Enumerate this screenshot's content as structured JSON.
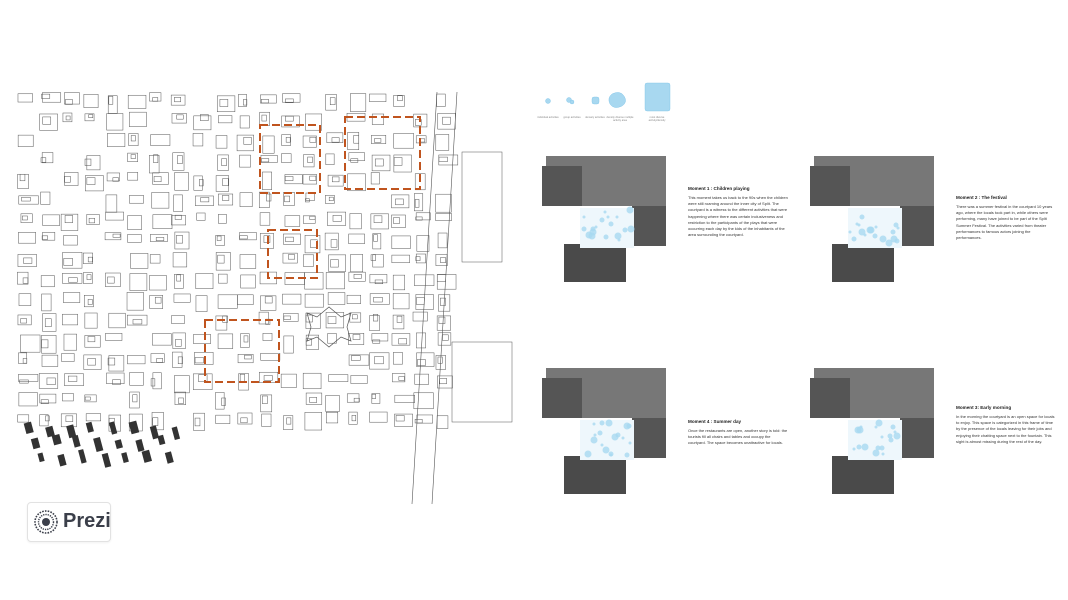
{
  "app": {
    "brand": "Prezi"
  },
  "colors": {
    "accent": "#c0541e",
    "water": "#a8d8f0",
    "map_line": "#555555"
  },
  "legend": {
    "items": [
      {
        "label": "individual activities"
      },
      {
        "label": "group activities"
      },
      {
        "label": "densely activities"
      },
      {
        "label": "density diverse multiple activity area"
      },
      {
        "label": "most diverse activity/density"
      }
    ]
  },
  "moments": [
    {
      "title": "Moment 1 : Children playing",
      "text": "This moment takes us back to the 90s when the children were still roaming around the inner city of Split. The courtyard is a witness to the different activities that were happening where there was certain inclusiveness and restriction to the participants of the plays that were occurring each day by the kids of the inhabitants of the area surrounding the courtyard."
    },
    {
      "title": "Moment 2 : The festival",
      "text": "There was a summer festival in the courtyard 10 years ago, where the locals took part in, while others were performing, many have joined to be part of the Split Summer Festival. The activities varied from theater performances to famous actors joining the performances."
    },
    {
      "title": "Moment 4 : Summer day",
      "text": "Once the restaurants are open, another story is told: the tourists fill all chairs and tables and occupy the courtyard. The space becomes unattractive for locals."
    },
    {
      "title": "Moment 3: Early morning",
      "text": "In the morning the courtyard is an open space for locals to enjoy. This space is categorized in this frame of time by the presence of the locals leaving for their jobs and enjoying their chatting space next to the fountain. This sight is almost missing during the rest of the day."
    }
  ]
}
